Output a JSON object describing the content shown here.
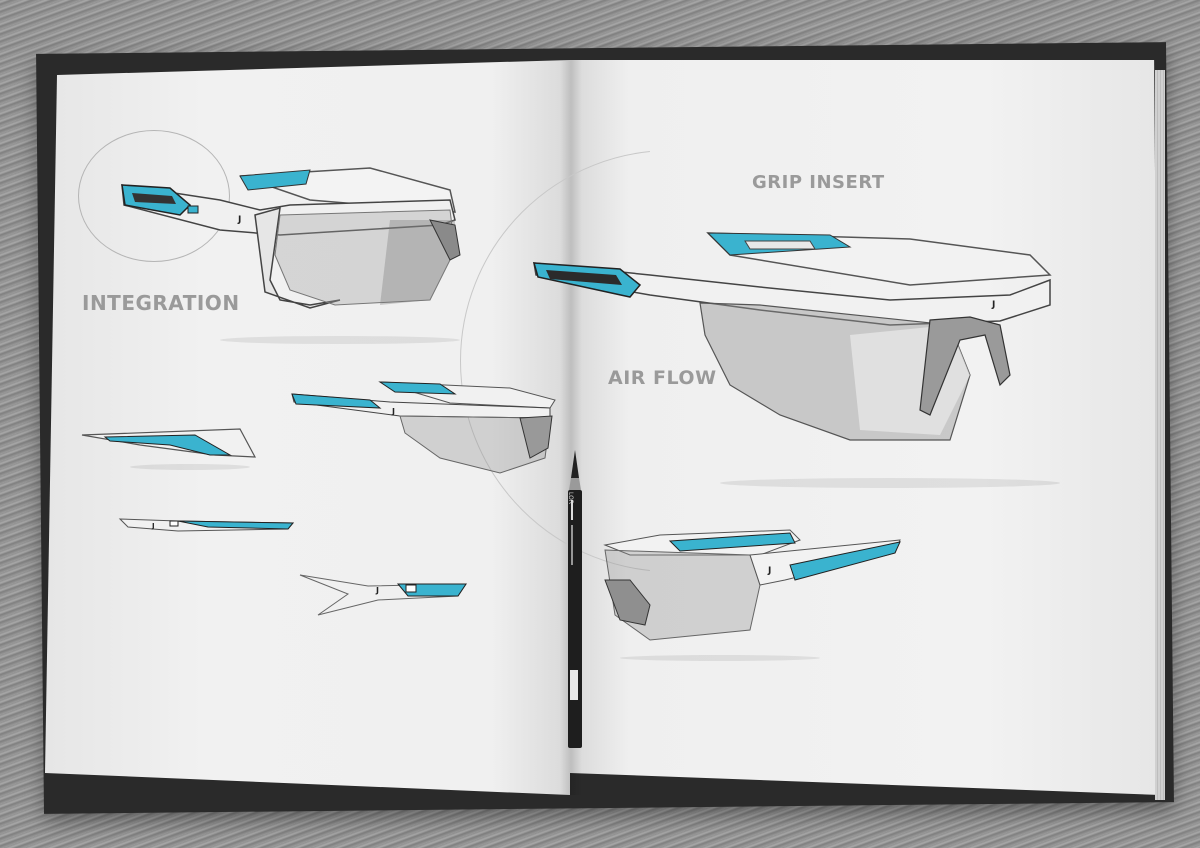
{
  "scene": {
    "description": "Open sketchbook on wooden floor with sports sunglasses design sketches and a pencil",
    "accent_color": "#3ab3cf",
    "paper_color": "#f0f0f0",
    "background_color": "#9a9a9a"
  },
  "annotations": {
    "integration": "INTEGRATION",
    "grip_insert": "GRIP INSERT",
    "air_flow": "AIR FLOW"
  },
  "sketches": [
    {
      "name": "integration-glasses-view",
      "label": "INTEGRATION"
    },
    {
      "name": "main-glasses-view",
      "label": "GRIP INSERT / AIR FLOW"
    },
    {
      "name": "temple-arm-detail-1"
    },
    {
      "name": "temple-arm-detail-2"
    },
    {
      "name": "temple-arm-detail-3"
    },
    {
      "name": "front-three-quarter-view-small"
    },
    {
      "name": "rear-three-quarter-view"
    }
  ],
  "pencil": {
    "brand_text": "LOR"
  }
}
